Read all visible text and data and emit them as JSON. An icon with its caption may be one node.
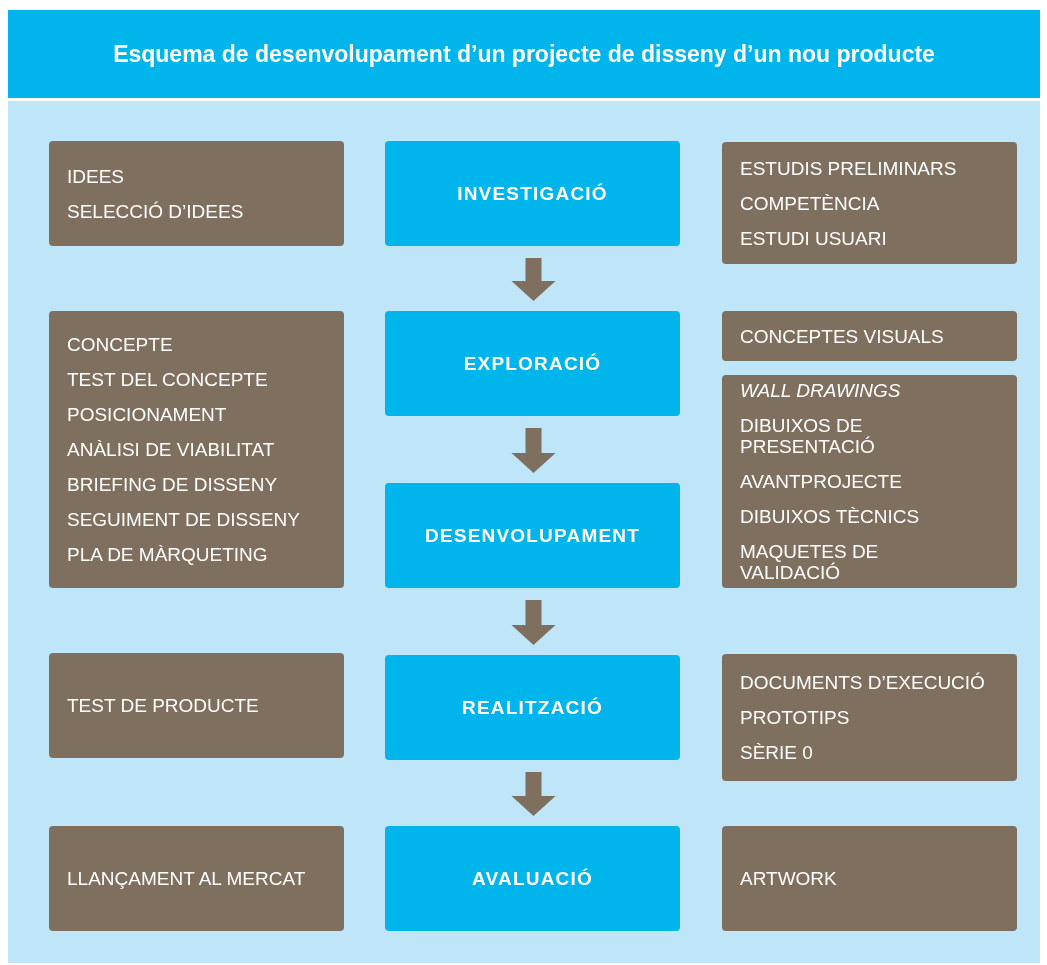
{
  "diagram": {
    "title": "Esquema de desenvolupament d’un projecte de disseny d’un nou producte",
    "nodes": [
      {
        "text": [
          "IDEES",
          "SELECCIÓ D’IDEES"
        ]
      },
      {
        "text": [
          "INVESTIGACIÓ"
        ]
      },
      {
        "text": [
          "ESTUDIS PRELIMINARS",
          "COMPETÈNCIA",
          "ESTUDI USUARI"
        ]
      },
      {
        "text": [
          "CONCEPTE",
          "TEST DEL CONCEPTE",
          "POSICIONAMENT",
          "ANÀLISI DE VIABILITAT",
          "BRIEFING DE DISSENY",
          "SEGUIMENT DE DISSENY",
          "PLA DE MÀRQUETING"
        ]
      },
      {
        "text": [
          "EXPLORACIÓ"
        ]
      },
      {
        "text": [
          "CONCEPTES VISUALS"
        ]
      },
      {
        "text": [
          "*WALL DRAWINGS*",
          "DIBUIXOS DE PRESENTACIÓ",
          "AVANTPROJECTE",
          "DIBUIXOS TÈCNICS",
          "MAQUETES DE VALIDACIÓ"
        ]
      },
      {
        "text": [
          "DESENVOLUPAMENT"
        ]
      },
      {
        "text": [
          "TEST DE PRODUCTE"
        ]
      },
      {
        "text": [
          "REALITZACIÓ"
        ]
      },
      {
        "text": [
          "DOCUMENTS D’EXECUCIÓ",
          "PROTOTIPS",
          "SÈRIE 0"
        ]
      },
      {
        "text": [
          "LLANÇAMENT AL MERCAT"
        ]
      },
      {
        "text": [
          "AVALUACIÓ"
        ]
      },
      {
        "text": [
          "ARTWORK"
        ]
      }
    ],
    "edges": [
      {
        "from": 1,
        "to": 4,
        "arrow": "to"
      },
      {
        "from": 4,
        "to": 7,
        "arrow": "to"
      },
      {
        "from": 7,
        "to": 9,
        "arrow": "to"
      },
      {
        "from": 9,
        "to": 12,
        "arrow": "to"
      }
    ]
  }
}
